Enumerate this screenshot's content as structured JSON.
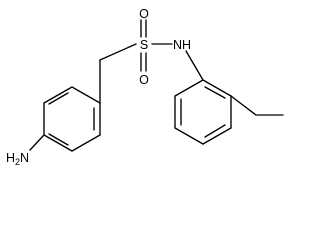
{
  "molecule": {
    "labels": {
      "amine": "H",
      "amine_sub": "2",
      "amine_n": "N",
      "sulfonyl_s": "S",
      "oxygen_top": "O",
      "oxygen_bottom": "O",
      "sulfonamide_nh": "NH"
    },
    "colors": {
      "bond": "#000000",
      "text": "#000000",
      "background": "#ffffff"
    }
  }
}
